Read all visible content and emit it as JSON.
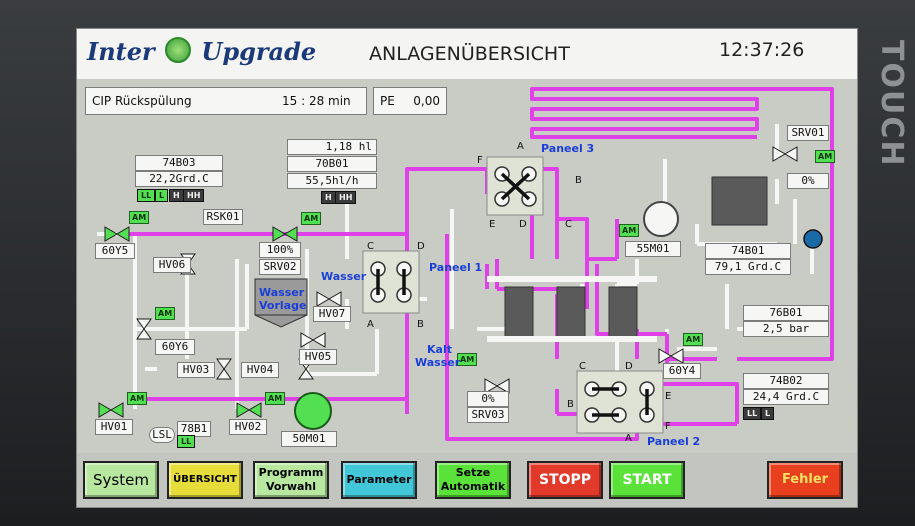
{
  "bezel": {
    "side_label": "TOUCH"
  },
  "header": {
    "logo_text_1": "Inter",
    "logo_text_2": "Upgrade",
    "title": "ANLAGENÜBERSICHT",
    "clock": "12:37:26"
  },
  "status": {
    "program": "CIP Rückspülung",
    "time": "15 : 28  min",
    "pe_label": "PE",
    "pe_value": "0,00"
  },
  "instruments": {
    "i74b03": {
      "tag": "74B03",
      "value": "22,2Grd.C"
    },
    "i70b01": {
      "volume": "1,18 hl",
      "tag": "70B01",
      "flow": "55,5hl/h"
    },
    "i74b01": {
      "tag": "74B01",
      "value": "79,1 Grd.C"
    },
    "i76b01": {
      "tag": "76B01",
      "value": "2,5 bar"
    },
    "i74b02": {
      "tag": "74B02",
      "value": "24,4 Grd.C"
    },
    "srv02": {
      "tag": "SRV02",
      "percent": "100%"
    },
    "srv03": {
      "tag": "SRV03",
      "percent": "0%"
    },
    "srv01": {
      "tag": "SRV01",
      "percent": "0%"
    }
  },
  "level_tags": {
    "ll": "LL",
    "l": "L",
    "h": "H",
    "hh": "HH"
  },
  "labels": {
    "y5": "60Y5",
    "hv06": "HV06",
    "rsk01": "RSK01",
    "y6": "60Y6",
    "hv03": "HV03",
    "hv04": "HV04",
    "hv05": "HV05",
    "hv07": "HV07",
    "hv01": "HV01",
    "hv02": "HV02",
    "b1": "78B1",
    "lsl": "LSL",
    "m50": "50M01",
    "m55": "55M01",
    "y4": "60Y4",
    "am": "AM",
    "wasser": "Wasser",
    "vorlage_1": "Wasser",
    "vorlage_2": "Vorlage",
    "kalt_1": "Kalt",
    "kalt_2": "Wasser",
    "paneel1": "Paneel 1",
    "paneel2": "Paneel 2",
    "paneel3": "Paneel 3",
    "A": "A",
    "B": "B",
    "C": "C",
    "D": "D",
    "E": "E",
    "F": "F"
  },
  "footer": {
    "system": "System",
    "uebersicht": "ÜBERSICHT",
    "programm_1": "Programm",
    "programm_2": "Vorwahl",
    "parameter": "Parameter",
    "setze_1": "Setze",
    "setze_2": "Automatik",
    "stopp": "STOPP",
    "start": "START",
    "fehler": "Fehler"
  },
  "colors": {
    "pipe_active": "#e040e8",
    "pipe_idle": "#f6f6f4",
    "green": "#52e052",
    "stop": "#e23a2a",
    "error": "#e8401e"
  }
}
